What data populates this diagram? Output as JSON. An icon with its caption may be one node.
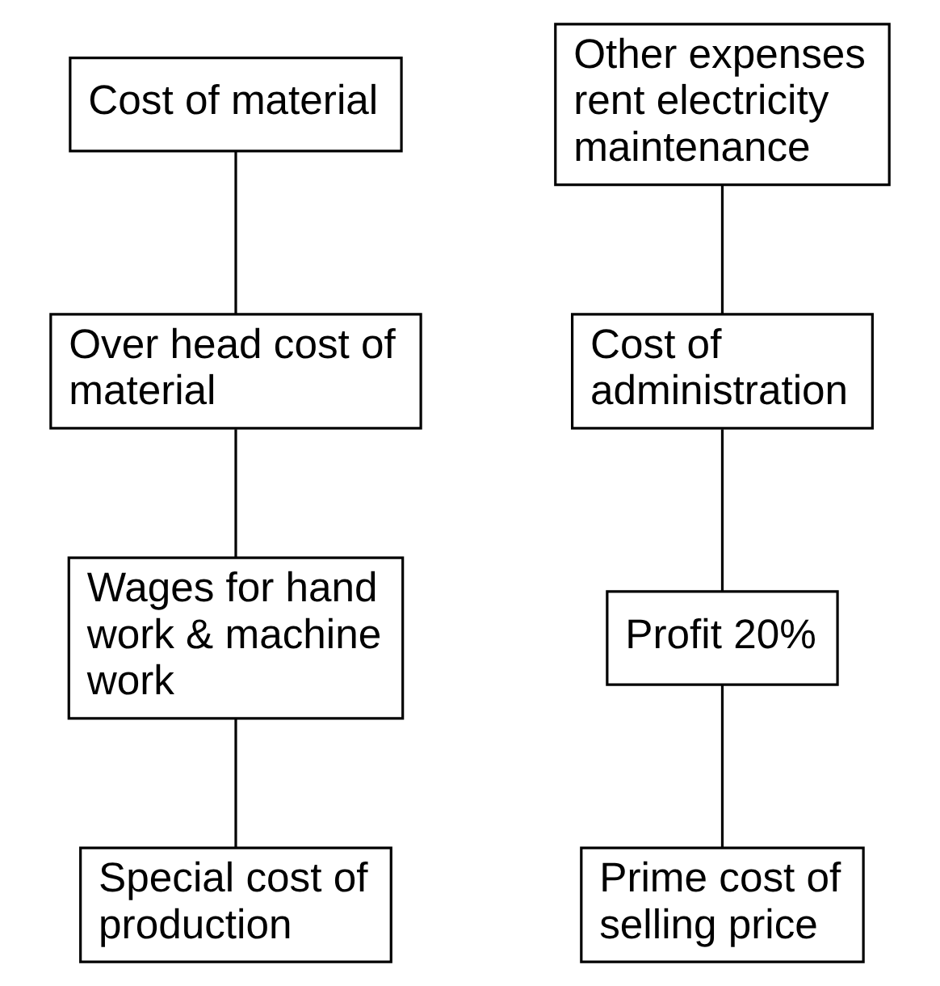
{
  "diagram": {
    "nodes": [
      {
        "text": [
          "Cost of material"
        ]
      },
      {
        "text": [
          "Over head cost of material"
        ]
      },
      {
        "text": [
          "Wages for hand work & machine work"
        ]
      },
      {
        "text": [
          "Special cost of production"
        ]
      },
      {
        "text": [
          "Other expenses rent electricity maintenance"
        ]
      },
      {
        "text": [
          "Cost of administration"
        ]
      },
      {
        "text": [
          "Profit 20%"
        ]
      },
      {
        "text": [
          "Prime cost of selling price"
        ]
      }
    ],
    "edges": [
      {
        "from": 0,
        "to": 1,
        "arrow": "none"
      },
      {
        "from": 1,
        "to": 2,
        "arrow": "none"
      },
      {
        "from": 2,
        "to": 3,
        "arrow": "none"
      },
      {
        "from": 4,
        "to": 5,
        "arrow": "none"
      },
      {
        "from": 5,
        "to": 6,
        "arrow": "none"
      },
      {
        "from": 6,
        "to": 7,
        "arrow": "none"
      }
    ]
  }
}
